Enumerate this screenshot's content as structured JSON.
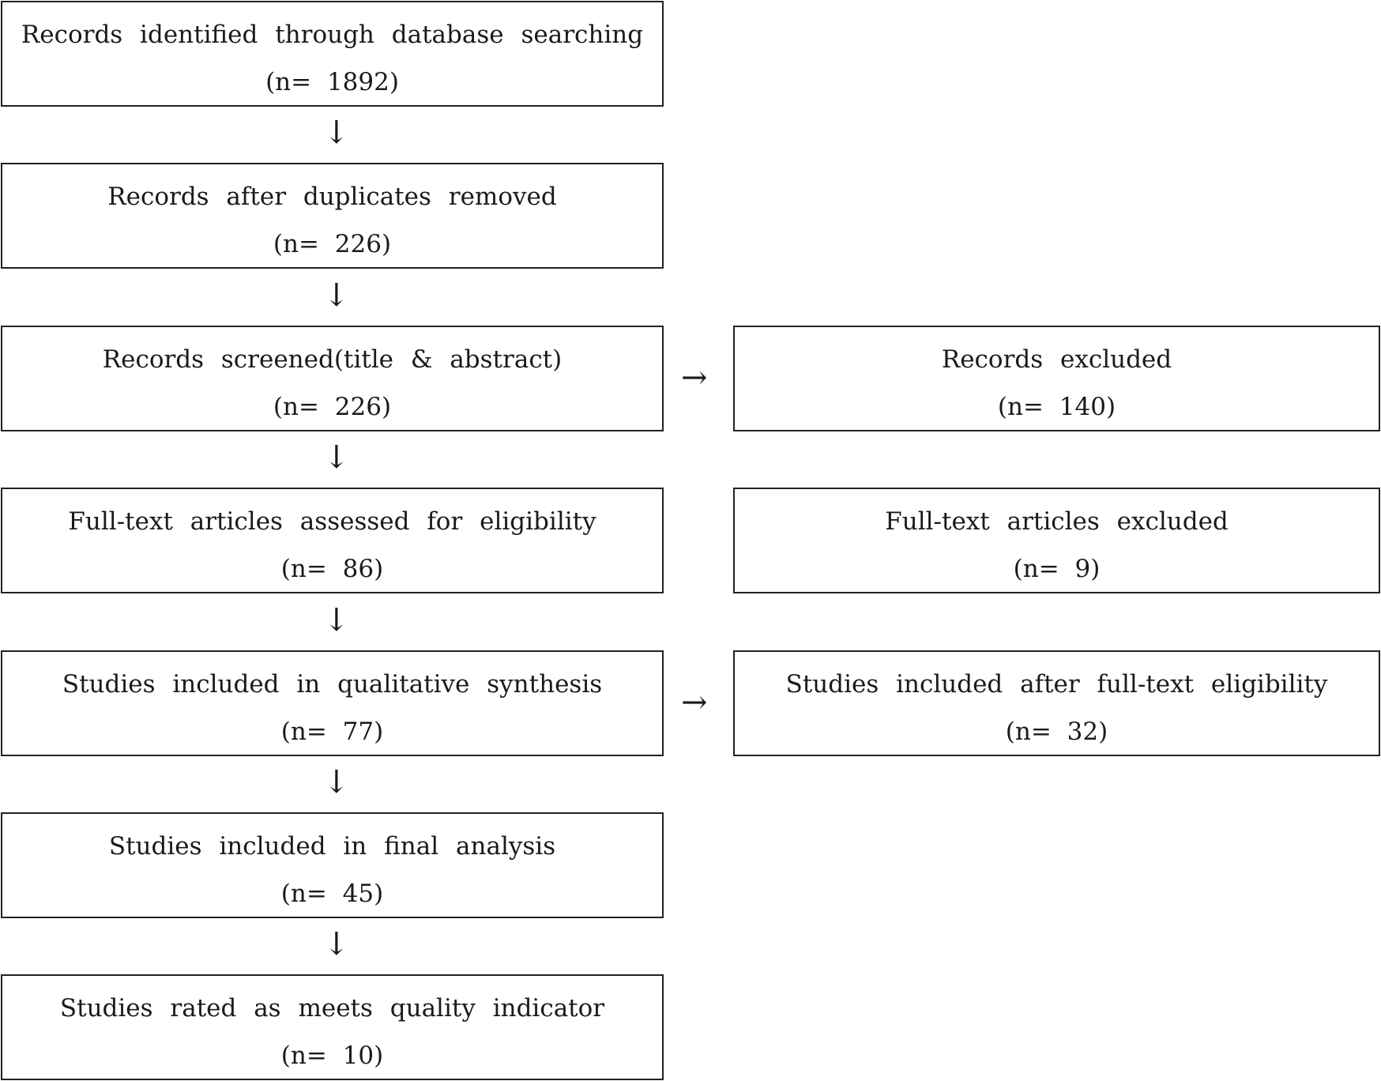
{
  "main_flow": [
    {
      "label": "Records identified through database searching",
      "count": "(n= 1892)"
    },
    {
      "label": "Records after duplicates removed",
      "count": "(n= 226)"
    },
    {
      "label": "Records screened(title & abstract)",
      "count": "(n= 226)"
    },
    {
      "label": "Full-text articles assessed for eligibility",
      "count": "(n= 86)"
    },
    {
      "label": "Studies included in qualitative synthesis",
      "count": "(n= 77)"
    },
    {
      "label": "Studies included in final analysis",
      "count": "(n= 45)"
    },
    {
      "label": "Studies rated as meets quality indicator",
      "count": "(n= 10)"
    }
  ],
  "side_boxes": [
    {
      "label": "Records excluded",
      "count": "(n= 140)"
    },
    {
      "label": "Full-text articles excluded",
      "count": "(n= 9)"
    },
    {
      "label": "Studies included after full-text eligibility",
      "count": "(n= 32)"
    }
  ],
  "arrows": {
    "down": "↓",
    "right": "→"
  }
}
